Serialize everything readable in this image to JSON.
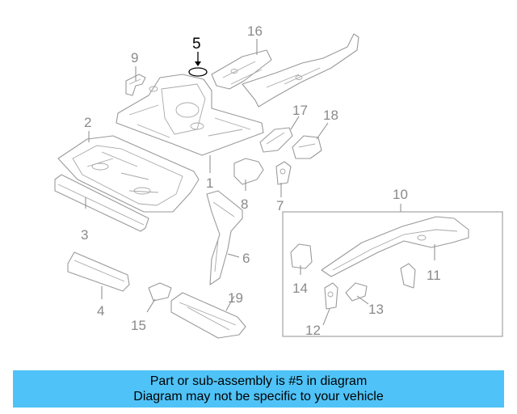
{
  "callouts": {
    "c1": "1",
    "c2": "2",
    "c3": "3",
    "c4": "4",
    "c5": "5",
    "c6": "6",
    "c7": "7",
    "c8": "8",
    "c9": "9",
    "c10": "10",
    "c11": "11",
    "c12": "12",
    "c13": "13",
    "c14": "14",
    "c15": "15",
    "c16": "16",
    "c17": "17",
    "c18": "18",
    "c19": "19"
  },
  "highlighted_part": "5",
  "colors": {
    "banner": "#4fc3f7",
    "line_art": "#9a9a9a",
    "highlight": "#000000"
  },
  "banner": {
    "line1": "Part or sub-assembly is #5 in diagram",
    "line2": "Diagram may not be specific to your vehicle"
  }
}
